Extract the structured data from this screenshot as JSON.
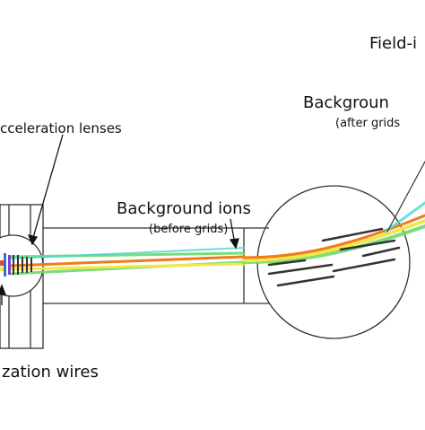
{
  "labels": {
    "field_ionizer": "Field-i",
    "background_after": "Backgroun",
    "after_grids": "(after grids",
    "acceleration_lenses": "cceleration lenses",
    "background_before": "Background ions",
    "before_grids": "(before grids)",
    "ionization_wires": "zation wires"
  },
  "colors": {
    "outline": "#333333",
    "beam_orange": "#f07b1a",
    "beam_yellow": "#f2e74a",
    "beam_green": "#6bd86b",
    "beam_cyan": "#49d6d2",
    "beam_blue": "#2f6fe0"
  }
}
